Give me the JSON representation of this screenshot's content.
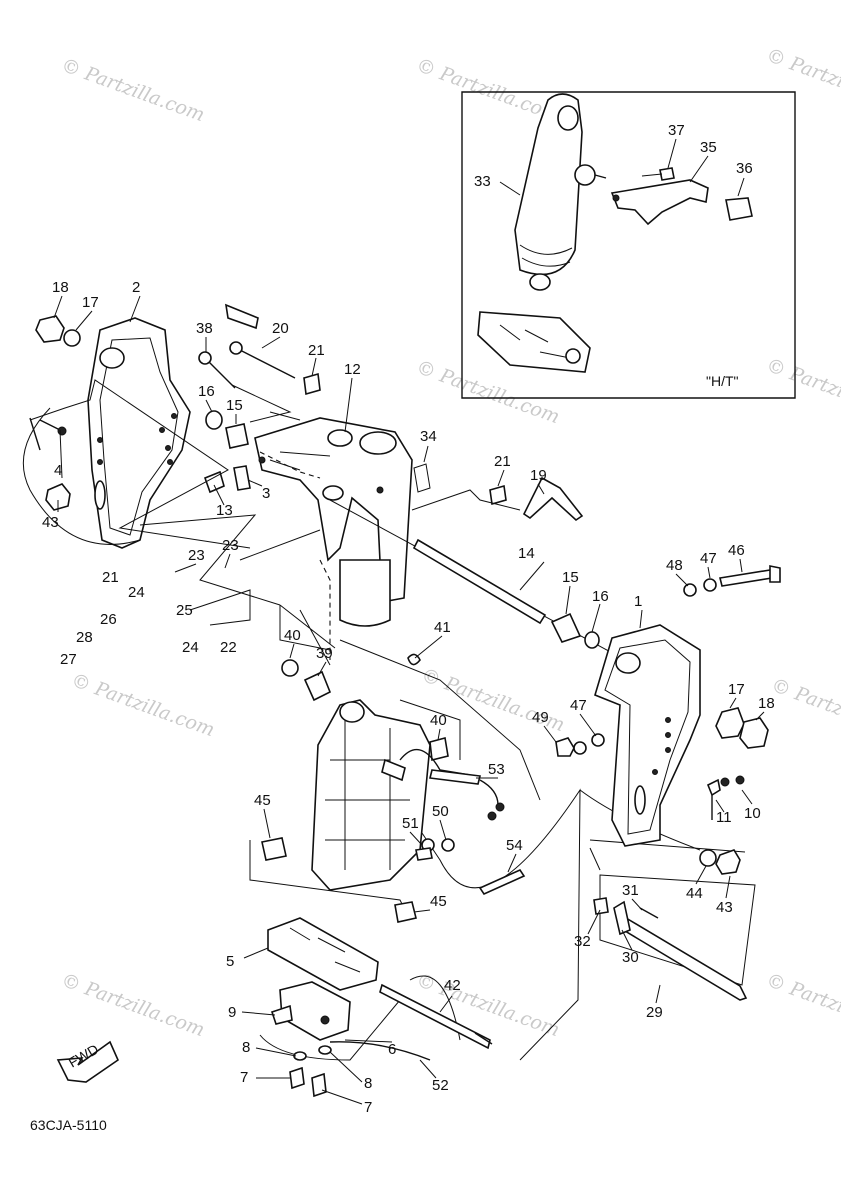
{
  "watermark": "© Partzilla.com",
  "inset_label": "\"H/T\"",
  "fwd_label": "FWD",
  "diagram_code": "63CJA-5110",
  "callouts": [
    "18",
    "17",
    "2",
    "4",
    "43",
    "38",
    "20",
    "21",
    "16",
    "15",
    "13",
    "3",
    "12",
    "34",
    "21",
    "19",
    "23",
    "23",
    "21",
    "24",
    "25",
    "26",
    "28",
    "27",
    "24",
    "22",
    "14",
    "15",
    "16",
    "48",
    "47",
    "46",
    "1",
    "40",
    "39",
    "41",
    "40",
    "49",
    "47",
    "17",
    "18",
    "53",
    "45",
    "50",
    "51",
    "10",
    "11",
    "54",
    "44",
    "43",
    "31",
    "32",
    "30",
    "29",
    "45",
    "5",
    "42",
    "9",
    "6",
    "8",
    "8",
    "7",
    "7",
    "52",
    "33",
    "37",
    "35",
    "36"
  ]
}
